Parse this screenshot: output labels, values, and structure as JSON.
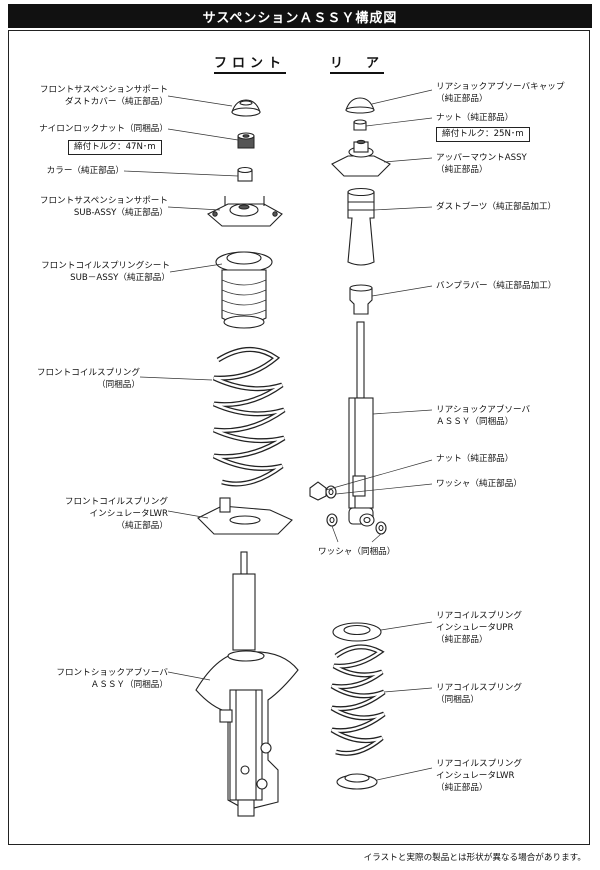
{
  "title": "サスペンションＡＳＳＹ構成図",
  "columns": {
    "front": "フロント",
    "rear": "リ　ア"
  },
  "front_labels": {
    "dust_cover": "フロントサスペンションサポート\nダストカバー（純正部品）",
    "lock_nut": "ナイロンロックナット（同梱品）",
    "lock_nut_torque": "締付トルク：47N･m",
    "collar": "カラー（純正部品）",
    "support": "フロントサスペンションサポート\nSUB-ASSY（純正部品）",
    "spring_seat": "フロントコイルスプリングシート\nSUB－ASSY（純正部品）",
    "coil_spring": "フロントコイルスプリング\n（同梱品）",
    "insulator_lwr": "フロントコイルスプリング\nインシュレータLWR\n（純正部品）",
    "shock": "フロントショックアブソーバ\nＡＳＳＹ（同梱品）"
  },
  "rear_labels": {
    "cap": "リアショックアブソーバキャップ\n（純正部品）",
    "nut_top": "ナット（純正部品）",
    "nut_top_torque": "締付トルク：25N･m",
    "upper_mount": "アッパーマウントASSY\n（純正部品）",
    "dust_boot": "ダストブーツ（純正部品加工）",
    "bump_rubber": "バンプラバー（純正部品加工）",
    "shock": "リアショックアブソーバ\nＡＳＳＹ（同梱品）",
    "nut": "ナット（純正部品）",
    "washer_oem": "ワッシャ（純正部品）",
    "washer_bundled": "ワッシャ（同梱品）",
    "insulator_upr": "リアコイルスプリング\nインシュレータUPR\n（純正部品）",
    "coil_spring": "リアコイルスプリング\n（同梱品）",
    "insulator_lwr": "リアコイルスプリング\nインシュレータLWR\n（純正部品）"
  },
  "footnote": "イラストと実際の製品とは形状が異なる場合があります。"
}
